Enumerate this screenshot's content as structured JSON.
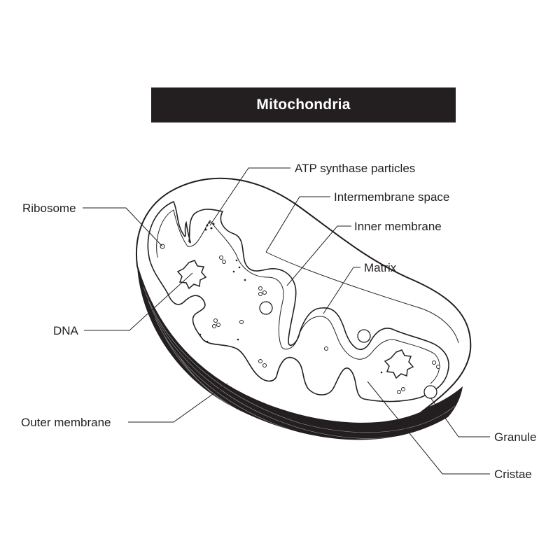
{
  "title": "Mitochondria",
  "colors": {
    "ink": "#231f20",
    "paper": "#ffffff"
  },
  "labels": {
    "atp_synthase": "ATP synthase particles",
    "intermembrane": "Intermembrane space",
    "inner_membrane": "Inner membrane",
    "matrix": "Matrix",
    "ribosome": "Ribosome",
    "dna": "DNA",
    "outer_membrane": "Outer membrane",
    "granule": "Granule",
    "cristae": "Cristae"
  }
}
